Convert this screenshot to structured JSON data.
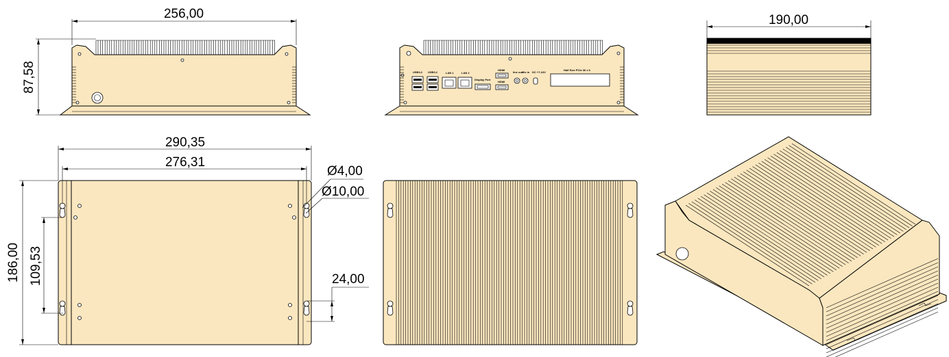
{
  "dimensions": {
    "front_width": "256,00",
    "front_height": "87,58",
    "side_width": "190,00",
    "plate_width": "290,35",
    "hole_spacing_width": "276,31",
    "hole_small_diameter": "Ø4,00",
    "hole_large_diameter": "Ø10,00",
    "plate_height": "186,00",
    "hole_spacing_height": "109,53",
    "slot_length": "24,00"
  },
  "rear_panel_labels": {
    "usb_1": "USB3.2",
    "usb_2": "USB3.2",
    "lan_1": "LAN 1",
    "lan_2": "LAN 2",
    "displayport": "Display Port",
    "hdmi_1": "HDMI",
    "hdmi_2": "HDMI",
    "line_out": "line out",
    "mic_in": "Mic in",
    "dc_in": "DC +7-24V",
    "expansion": "Half Size PCIe 36 x 6"
  },
  "colors": {
    "body_fill": "#fbe7bf",
    "line": "#000000"
  }
}
